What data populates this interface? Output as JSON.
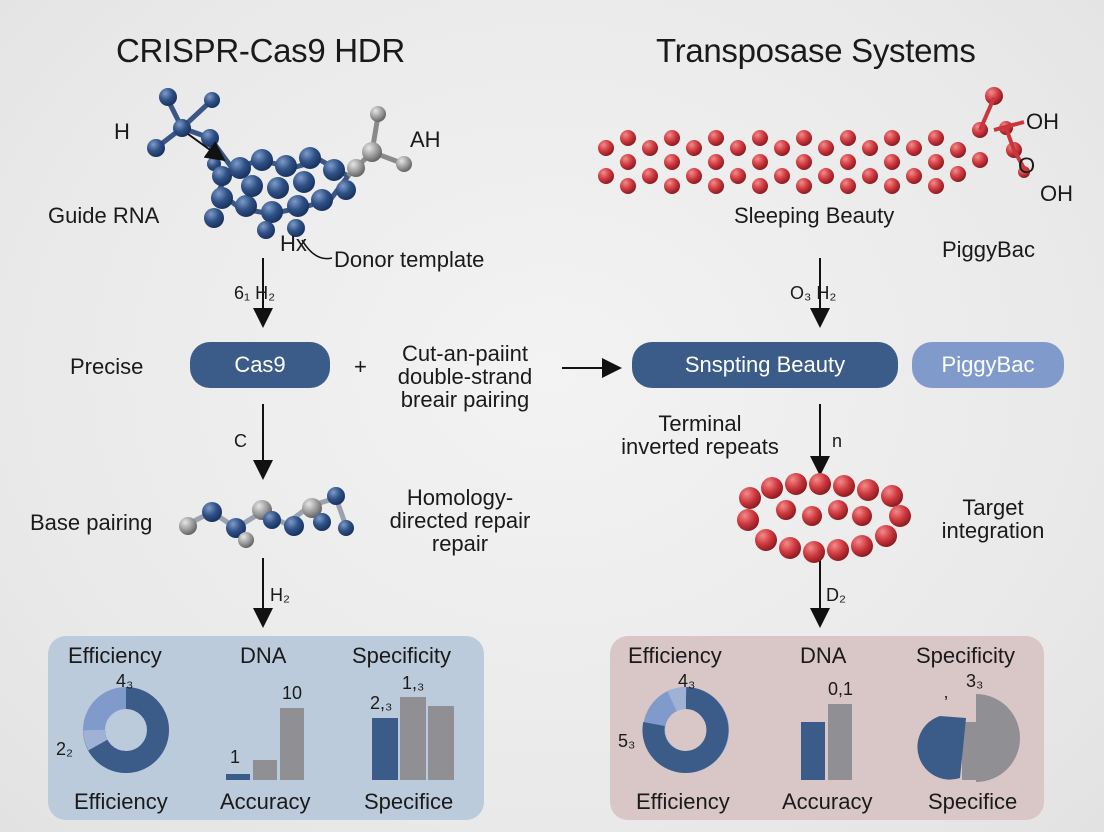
{
  "crispr": {
    "title": "CRISPR-Cas9 HDR",
    "atom_h": "H",
    "atom_ah": "AH",
    "atom_hx": "Hx",
    "guide_rna": "Guide RNA",
    "donor_template": "Donor template",
    "arrow1": "6₁ H₂",
    "precise": "Precise",
    "cas9": "Cas9",
    "plus": "+",
    "cut_text": [
      "Cut-an-paiint",
      "double-strand",
      "breair pairing"
    ],
    "arrow2": "C",
    "base_pairing": "Base pairing",
    "hdr_text": [
      "Homology-",
      "directed repair",
      "repair"
    ],
    "arrow3": "H₂",
    "metrics": {
      "efficiency_top": "Efficiency",
      "dna": "DNA",
      "specificity": "Specificity",
      "donut_top": "4₃",
      "donut_left": "2₂",
      "bar_label_low": "1",
      "bar_label_high": "10",
      "spec_label_a": "2,₃",
      "spec_label_b": "1,₃",
      "efficiency_bottom": "Efficiency",
      "accuracy": "Accuracy",
      "specifice": "Specifice"
    }
  },
  "transposase": {
    "title": "Transposase Systems",
    "atom_oh1": "OH",
    "atom_o": "O",
    "atom_oh2": "OH",
    "sleeping_beauty": "Sleeping Beauty",
    "piggybac": "PiggyBac",
    "arrow1": "O₃ H₂",
    "snspting": "Snspting Beauty",
    "piggybac_pill": "PiggyBac",
    "terminal_text": [
      "Terminal",
      "inverted repeats"
    ],
    "arrow2": "n",
    "target_text": [
      "Target",
      "integration"
    ],
    "arrow3": "D₂",
    "metrics": {
      "efficiency_top": "Efficiency",
      "dna": "DNA",
      "specificity": "Specificity",
      "donut_top": "4₃",
      "donut_left": "5₃",
      "bar_label": "0,1",
      "spec_label": "3₃",
      "spec_tick": "’",
      "efficiency_bottom": "Efficiency",
      "accuracy": "Accuracy",
      "specifice": "Specifice"
    }
  },
  "colors": {
    "navy": "#3b5c88",
    "light_blue": "#7f9acb",
    "gray": "#8f8f94",
    "red": "#c8373c",
    "panel_blue": "#bccbdc",
    "panel_pink": "#d9c7c7"
  }
}
